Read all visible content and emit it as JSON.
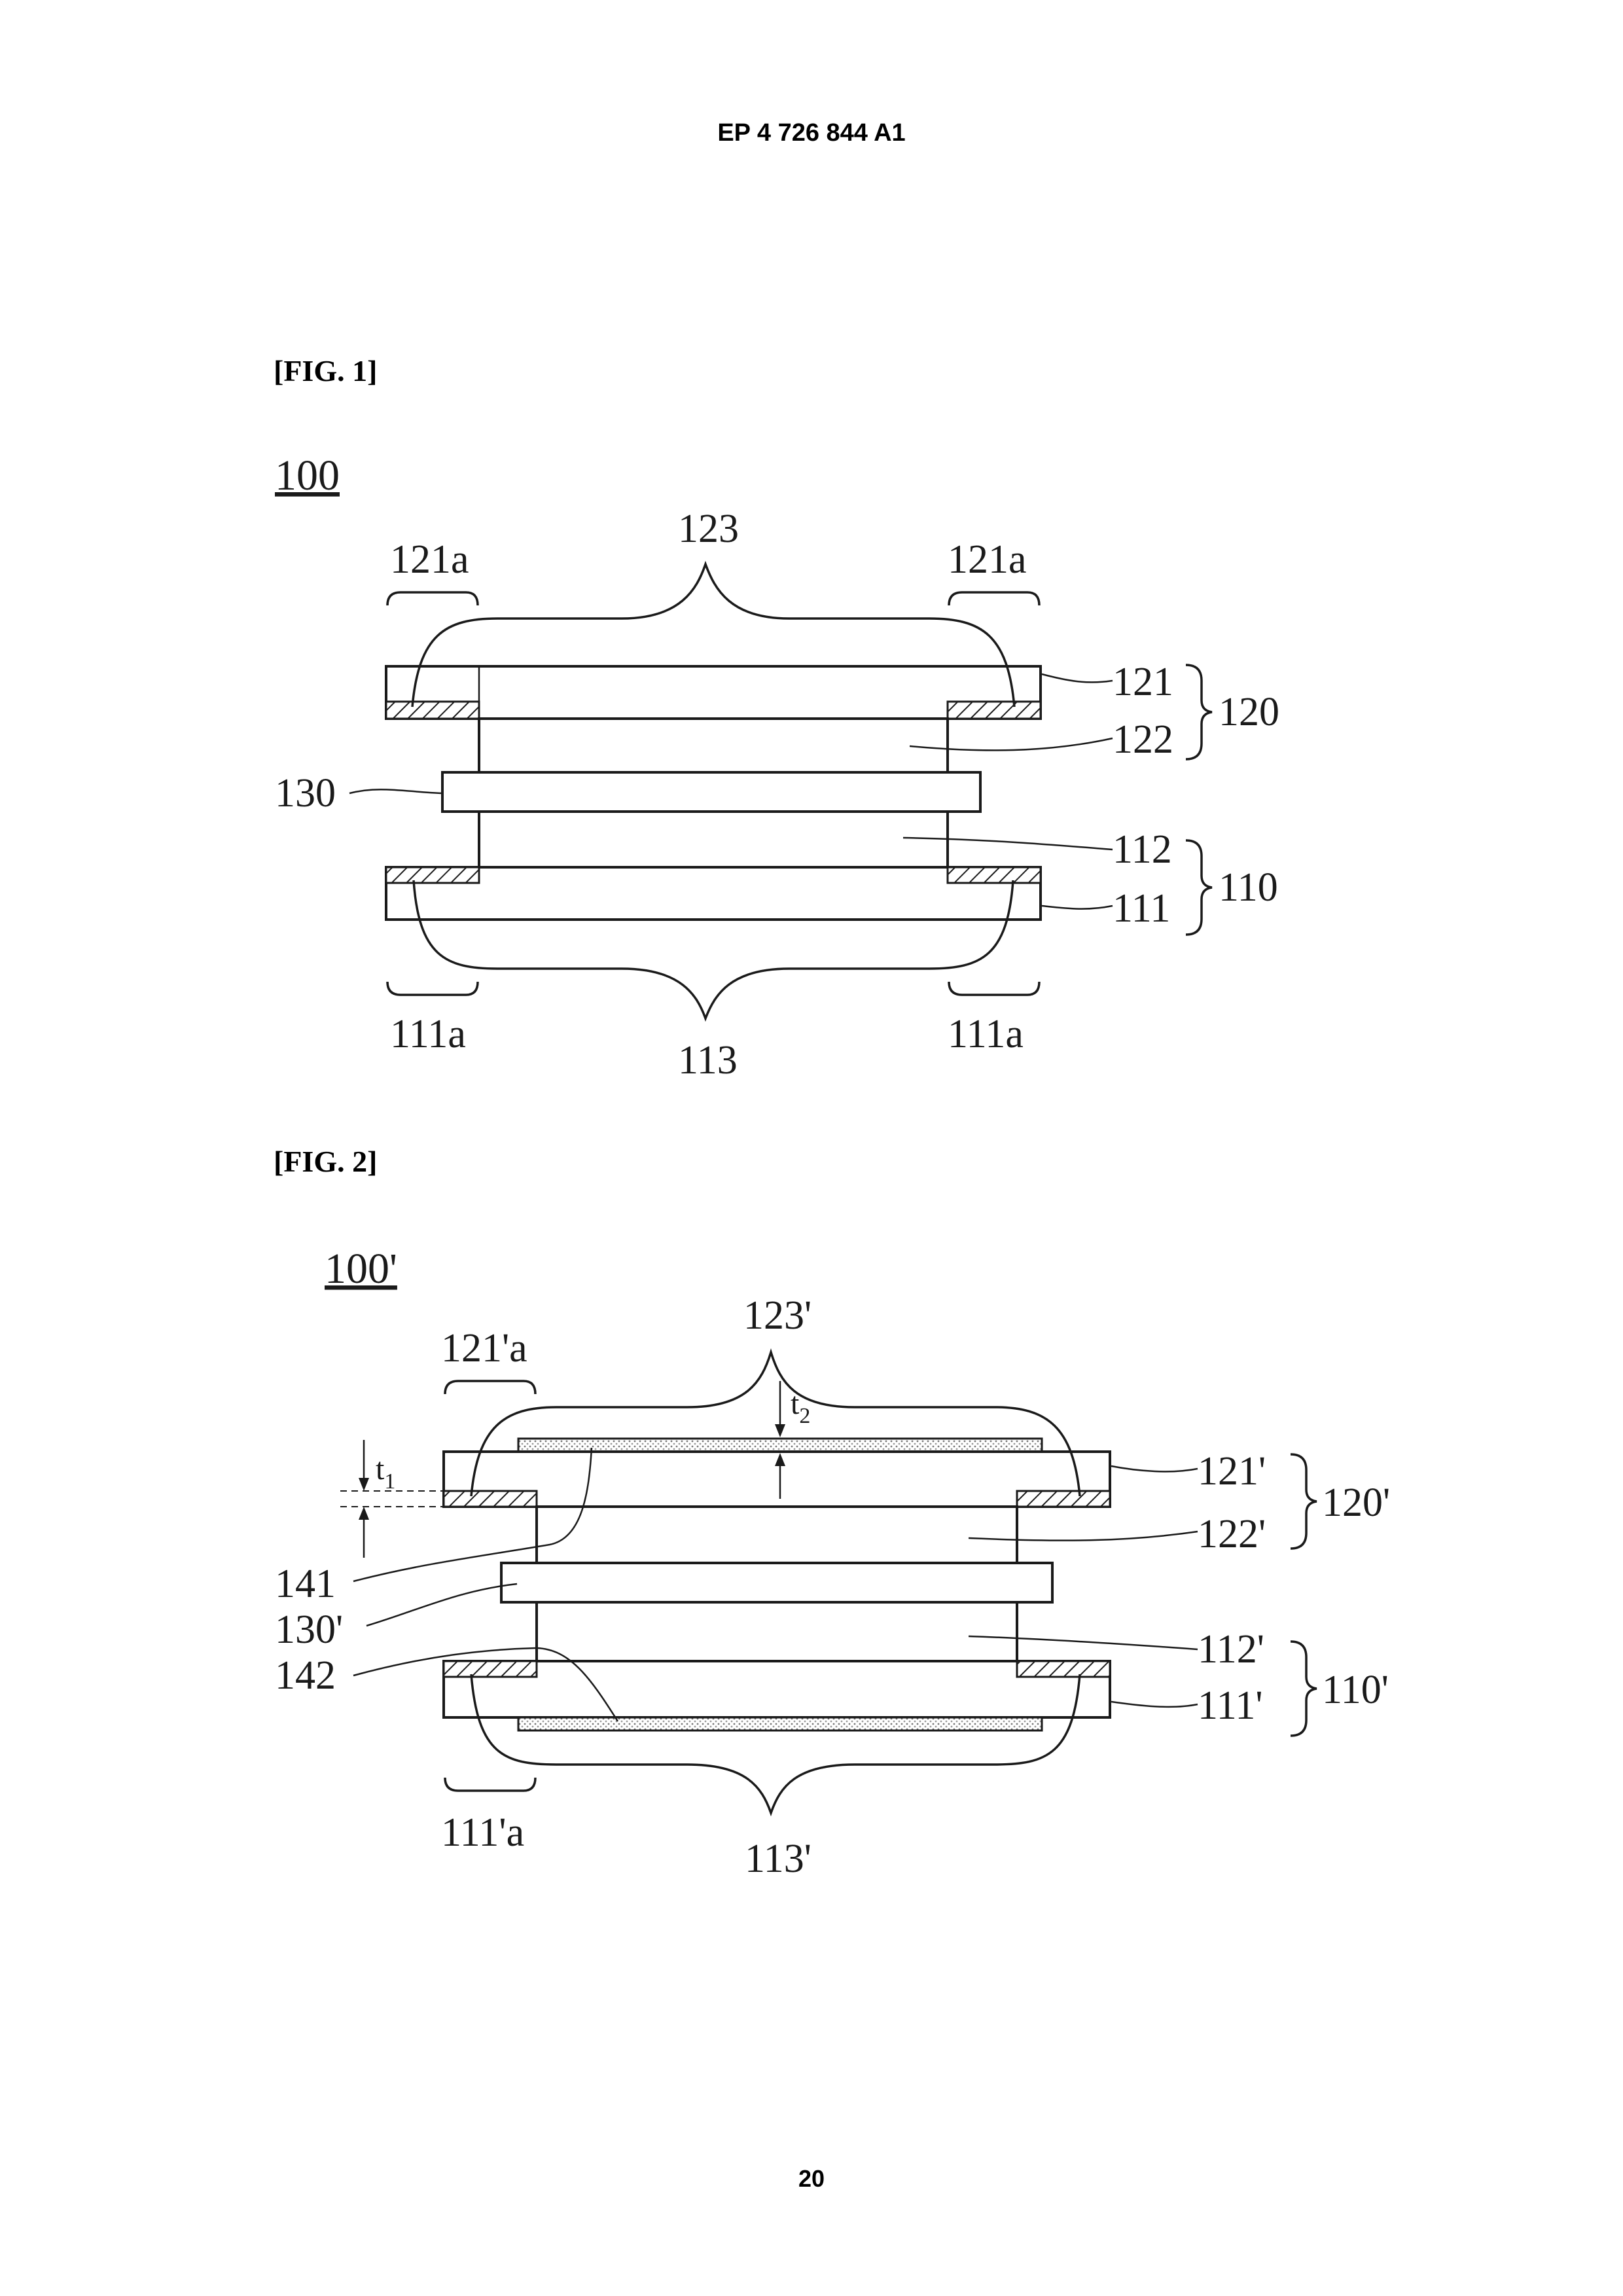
{
  "header": {
    "doc_number": "EP 4 726 844 A1"
  },
  "footer": {
    "page_number": "20"
  },
  "figures": [
    {
      "caption": "[FIG. 1]",
      "reference": "100",
      "labels": {
        "l121a_left": "121a",
        "l121a_right": "121a",
        "l123": "123",
        "l121": "121",
        "l122": "122",
        "l120": "120",
        "l130": "130",
        "l112": "112",
        "l111": "111",
        "l110": "110",
        "l111a_left": "111a",
        "l111a_right": "111a",
        "l113": "113"
      }
    },
    {
      "caption": "[FIG. 2]",
      "reference": "100'",
      "labels": {
        "l121pa": "121'a",
        "l123p": "123'",
        "t2": "t",
        "t2_sub": "2",
        "t1": "t",
        "t1_sub": "1",
        "l121p": "121'",
        "l122p": "122'",
        "l120p": "120'",
        "l141": "141",
        "l130p": "130'",
        "l142": "142",
        "l112p": "112'",
        "l111p": "111'",
        "l110p": "110'",
        "l111pa": "111'a",
        "l113p": "113'"
      }
    }
  ]
}
